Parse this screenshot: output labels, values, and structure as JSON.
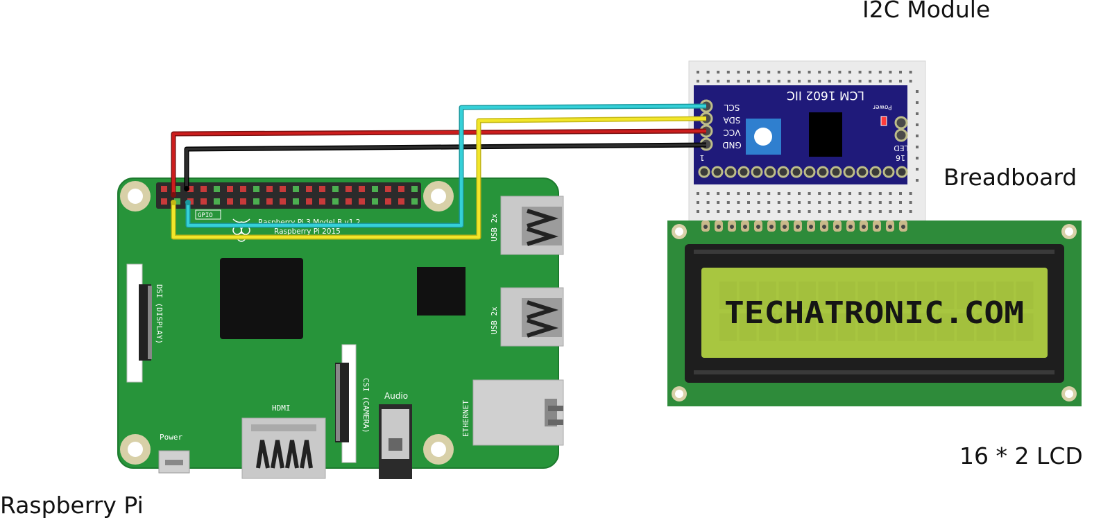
{
  "labels": {
    "i2c_module": "I2C Module",
    "breadboard": "Breadboard",
    "lcd": "16 * 2 LCD",
    "raspberry_pi": "Raspberry Pi"
  },
  "pi_silkscreen": {
    "model": "Raspberry Pi 3 Model B v1.2",
    "copyright": "Raspberry Pi 2015",
    "gpio": "GPIO",
    "usb_top": "USB 2x",
    "usb_bottom": "USB 2x",
    "dsi": "DSI (DISPLAY)",
    "csi": "CSI (CAMERA)",
    "hdmi": "HDMI",
    "audio": "Audio",
    "power": "Power",
    "ethernet": "ETHERNET"
  },
  "i2c_silkscreen": {
    "title": "LCM 1602 IIC",
    "power": "Power",
    "led": "LED",
    "pins": [
      "SCL",
      "SDA",
      "VCC",
      "GND"
    ],
    "pin_first": "1",
    "pin_last": "16"
  },
  "lcd_display": {
    "text": "TECHATRONIC.COM"
  },
  "colors": {
    "pi_board": "#27943a",
    "i2c_board": "#1f1a7a",
    "lcd_board": "#2e8b3a",
    "lcd_screen": "#a8c640",
    "wire_scl": "#35d0d8",
    "wire_sda": "#f2e62a",
    "wire_vcc": "#cc1d1d",
    "wire_gnd": "#222222"
  },
  "wires": [
    {
      "name": "scl",
      "from": "GPIO SCL",
      "to": "SCL"
    },
    {
      "name": "sda",
      "from": "GPIO SDA",
      "to": "SDA"
    },
    {
      "name": "vcc",
      "from": "GPIO 5V",
      "to": "VCC"
    },
    {
      "name": "gnd",
      "from": "GPIO GND",
      "to": "GND"
    }
  ]
}
